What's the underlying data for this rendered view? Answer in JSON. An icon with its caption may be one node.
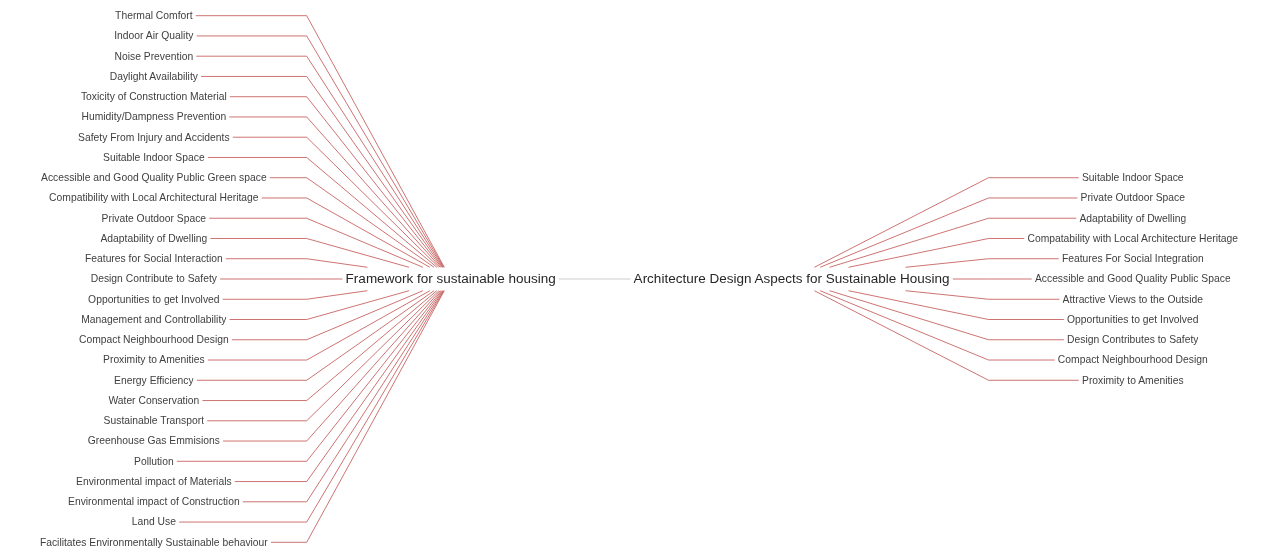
{
  "diagram": {
    "nodes": [
      {
        "text": [
          "Thermal Comfort"
        ]
      },
      {
        "text": [
          "Indoor Air Quality"
        ]
      },
      {
        "text": [
          "Noise Prevention"
        ]
      },
      {
        "text": [
          "Daylight Availability"
        ]
      },
      {
        "text": [
          "Toxicity of Construction Material"
        ]
      },
      {
        "text": [
          "Humidity/Dampness Prevention"
        ]
      },
      {
        "text": [
          "Safety From  Injury and Accidents"
        ]
      },
      {
        "text": [
          "Suitable Indoor Space"
        ]
      },
      {
        "text": [
          "Accessible and Good Quality Public Green space"
        ]
      },
      {
        "text": [
          "Compatibility with Local Architectural Heritage"
        ]
      },
      {
        "text": [
          "Private Outdoor Space"
        ]
      },
      {
        "text": [
          "Adaptability of Dwelling"
        ]
      },
      {
        "text": [
          "Features for Social Interaction"
        ]
      },
      {
        "text": [
          "Design Contribute to Safety"
        ]
      },
      {
        "text": [
          "Opportunities to get Involved"
        ]
      },
      {
        "text": [
          "Management and Controllability"
        ]
      },
      {
        "text": [
          "Compact Neighbourhood Design"
        ]
      },
      {
        "text": [
          "Proximity to Amenities"
        ]
      },
      {
        "text": [
          "Energy Efficiency"
        ]
      },
      {
        "text": [
          "Water Conservation"
        ]
      },
      {
        "text": [
          "Sustainable Transport"
        ]
      },
      {
        "text": [
          "Greenhouse Gas Emmisions"
        ]
      },
      {
        "text": [
          "Pollution"
        ]
      },
      {
        "text": [
          "Environmental impact  of Materials"
        ]
      },
      {
        "text": [
          "Environmental impact  of Construction"
        ]
      },
      {
        "text": [
          "Land Use"
        ]
      },
      {
        "text": [
          "Facilitates Environmentally Sustainable behaviour"
        ]
      },
      {
        "text": [
          "Framework for sustainable housing"
        ]
      },
      {
        "text": [
          "Architecture  Design Aspects for Sustainable Housing"
        ]
      },
      {
        "text": [
          "Suitable Indoor Space"
        ]
      },
      {
        "text": [
          "Private Outdoor Space"
        ]
      },
      {
        "text": [
          "Adaptability of Dwelling"
        ]
      },
      {
        "text": [
          "Compatability with Local Architecture Heritage"
        ]
      },
      {
        "text": [
          "Features For Social Integration"
        ]
      },
      {
        "text": [
          "Accessible and Good Quality Public Space"
        ]
      },
      {
        "text": [
          "Attractive Views to the Outside"
        ]
      },
      {
        "text": [
          "Opportunities to get Involved"
        ]
      },
      {
        "text": [
          "Design Contributes to Safety"
        ]
      },
      {
        "text": [
          "Compact Neighbourhood Design"
        ]
      },
      {
        "text": [
          "Proximity to Amenities"
        ]
      }
    ],
    "edges": [
      {
        "from": 0,
        "to": 27,
        "arrow": "none"
      },
      {
        "from": 1,
        "to": 27,
        "arrow": "none"
      },
      {
        "from": 2,
        "to": 27,
        "arrow": "none"
      },
      {
        "from": 3,
        "to": 27,
        "arrow": "none"
      },
      {
        "from": 4,
        "to": 27,
        "arrow": "none"
      },
      {
        "from": 5,
        "to": 27,
        "arrow": "none"
      },
      {
        "from": 6,
        "to": 27,
        "arrow": "none"
      },
      {
        "from": 7,
        "to": 27,
        "arrow": "none"
      },
      {
        "from": 8,
        "to": 27,
        "arrow": "none"
      },
      {
        "from": 9,
        "to": 27,
        "arrow": "none"
      },
      {
        "from": 10,
        "to": 27,
        "arrow": "none"
      },
      {
        "from": 11,
        "to": 27,
        "arrow": "none"
      },
      {
        "from": 12,
        "to": 27,
        "arrow": "none"
      },
      {
        "from": 13,
        "to": 27,
        "arrow": "none"
      },
      {
        "from": 14,
        "to": 27,
        "arrow": "none"
      },
      {
        "from": 15,
        "to": 27,
        "arrow": "none"
      },
      {
        "from": 16,
        "to": 27,
        "arrow": "none"
      },
      {
        "from": 17,
        "to": 27,
        "arrow": "none"
      },
      {
        "from": 18,
        "to": 27,
        "arrow": "none"
      },
      {
        "from": 19,
        "to": 27,
        "arrow": "none"
      },
      {
        "from": 20,
        "to": 27,
        "arrow": "none"
      },
      {
        "from": 21,
        "to": 27,
        "arrow": "none"
      },
      {
        "from": 22,
        "to": 27,
        "arrow": "none"
      },
      {
        "from": 23,
        "to": 27,
        "arrow": "none"
      },
      {
        "from": 24,
        "to": 27,
        "arrow": "none"
      },
      {
        "from": 25,
        "to": 27,
        "arrow": "none"
      },
      {
        "from": 26,
        "to": 27,
        "arrow": "none"
      },
      {
        "from": 27,
        "to": 28,
        "arrow": "none",
        "color": "#bfbfbf"
      },
      {
        "from": 28,
        "to": 29,
        "arrow": "none"
      },
      {
        "from": 28,
        "to": 30,
        "arrow": "none"
      },
      {
        "from": 28,
        "to": 31,
        "arrow": "none"
      },
      {
        "from": 28,
        "to": 32,
        "arrow": "none"
      },
      {
        "from": 28,
        "to": 33,
        "arrow": "none"
      },
      {
        "from": 28,
        "to": 34,
        "arrow": "none"
      },
      {
        "from": 28,
        "to": 35,
        "arrow": "none"
      },
      {
        "from": 28,
        "to": 36,
        "arrow": "none"
      },
      {
        "from": 28,
        "to": 37,
        "arrow": "none"
      },
      {
        "from": 28,
        "to": 38,
        "arrow": "none"
      },
      {
        "from": 28,
        "to": 39,
        "arrow": "none"
      }
    ]
  }
}
